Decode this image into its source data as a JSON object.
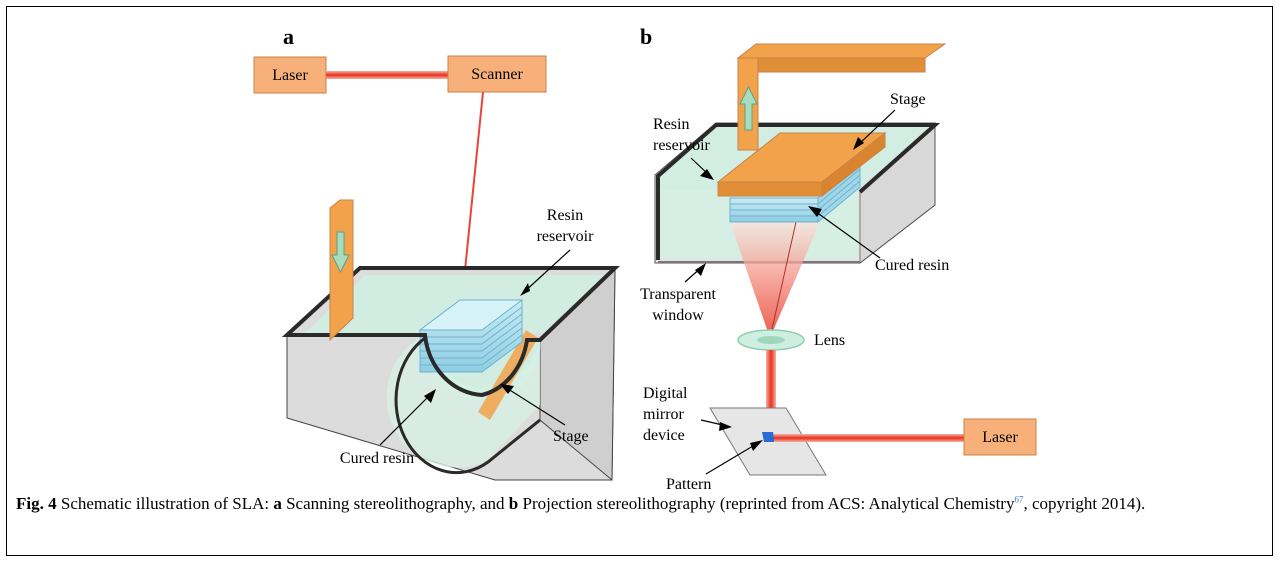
{
  "panel_a": {
    "letter": "a",
    "laser": "Laser",
    "scanner": "Scanner",
    "resin_reservoir": [
      "Resin",
      "reservoir"
    ],
    "stage": "Stage",
    "cured_resin": "Cured resin"
  },
  "panel_b": {
    "letter": "b",
    "stage": "Stage",
    "resin_reservoir": [
      "Resin",
      "reservoir"
    ],
    "cured_resin": "Cured resin",
    "transparent_window": [
      "Transparent",
      "window"
    ],
    "lens": "Lens",
    "digital_mirror_device": [
      "Digital",
      "mirror",
      "device"
    ],
    "laser": "Laser",
    "pattern": "Pattern"
  },
  "caption": {
    "fig_label": "Fig. 4",
    "text_1": " Schematic illustration of SLA: ",
    "a_label": "a",
    "text_2": " Scanning stereolithography, and ",
    "b_label": "b",
    "text_3": " Projection stereolithography (reprinted from ACS: Analytical Chemistry",
    "ref": "67",
    "text_4": ", copyright 2014)."
  },
  "colors": {
    "laser_box": "#f7b07a",
    "stage": "#f2a24a",
    "resin": "#cfeee2",
    "cured_resin": "#a9dcef",
    "beam": "#e8463a",
    "reservoir_wall": "#d4d4d4"
  }
}
